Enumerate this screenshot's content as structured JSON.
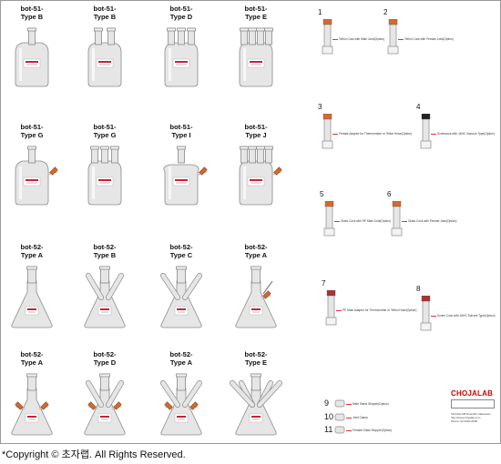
{
  "grid": [
    {
      "caption": "bot-51-\nType B",
      "kind": "bottle-one-neck"
    },
    {
      "caption": "bot-51-\nType B",
      "kind": "bottle-two-neck"
    },
    {
      "caption": "bot-51-\nType D",
      "kind": "bottle-three-neck"
    },
    {
      "caption": "bot-51-\nType E",
      "kind": "bottle-four-neck"
    },
    {
      "caption": "bot-51-\nType G",
      "kind": "bottle-side-valve"
    },
    {
      "caption": "bot-51-\nType G",
      "kind": "bottle-three-neck-wide"
    },
    {
      "caption": "bot-51-\nType I",
      "kind": "bottle-round-side-valve"
    },
    {
      "caption": "bot-51-\nType J",
      "kind": "bottle-four-neck-valve"
    },
    {
      "caption": "bot-52-\nType A",
      "kind": "flask-one-neck"
    },
    {
      "caption": "bot-52-\nType B",
      "kind": "flask-two-arm"
    },
    {
      "caption": "bot-52-\nType C",
      "kind": "flask-three-arm"
    },
    {
      "caption": "bot-52-\nType A",
      "kind": "flask-side-arm"
    },
    {
      "caption": "bot-52-\nType A",
      "kind": "flask-valves"
    },
    {
      "caption": "bot-52-\nType D",
      "kind": "flask-two-arm-valve"
    },
    {
      "caption": "bot-52-\nType A",
      "kind": "flask-three-arm-valve"
    },
    {
      "caption": "bot-52-\nType E",
      "kind": "flask-four-arm"
    }
  ],
  "parts": [
    {
      "num": "1",
      "label": "Teflon Cock with Male Joint(Option)"
    },
    {
      "num": "2",
      "label": "Teflon Cock with Female Joint(Option)"
    },
    {
      "num": "3",
      "label": "Female Adaptor for Thermometer or Teflon Hose(Option)"
    },
    {
      "num": "4",
      "label": "Screwcock with JAHC Vacuum Type(Option)"
    },
    {
      "num": "5",
      "label": "Glass Cock with PE Male Joint(Option)"
    },
    {
      "num": "6",
      "label": "Glass Cock with Female Joint(Option)"
    },
    {
      "num": "7",
      "label": "PE Male Adaptor for Thermometer or Teflon Hose(Option)"
    },
    {
      "num": "8",
      "label": "Screw Cock with JAHC Solvent Type(Option)"
    },
    {
      "num": "9",
      "label": "Male Stand Stopper(Option)"
    },
    {
      "num": "10",
      "label": "Joint Clamp"
    },
    {
      "num": "11",
      "label": "Female Glass Stopper(Option)"
    }
  ],
  "brand": {
    "name": "CHOJALAB",
    "note": "CHOJALAB Scientific Glassware\nhttp://www.chojalab.com\nPhone: 02-2000-0000"
  },
  "copyright": "*Copyright © 초자랩.     All Rights Reserved.",
  "colors": {
    "glass": "#e6e6e6",
    "glass_edge": "#8a8a8a",
    "label_red": "#c8213a",
    "valve": "#d56a2a"
  }
}
